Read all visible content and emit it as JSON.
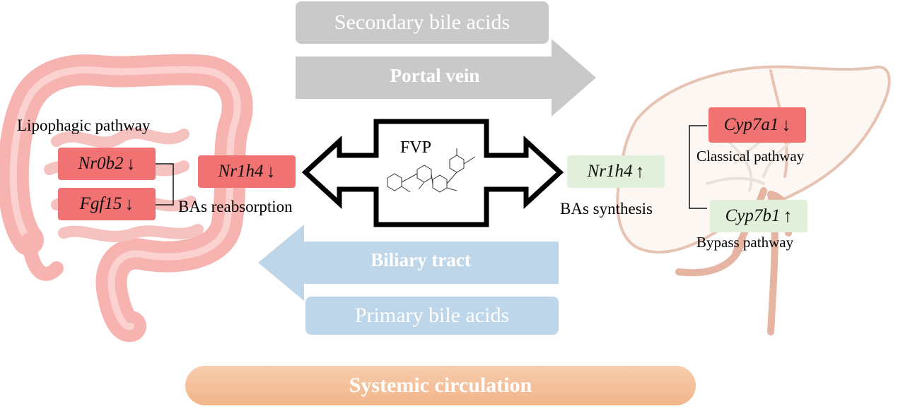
{
  "labels": {
    "secondary_bile_acids": "Secondary bile acids",
    "portal_vein": "Portal vein",
    "biliary_tract": "Biliary tract",
    "primary_bile_acids": "Primary bile acids",
    "systemic_circulation": "Systemic circulation",
    "fvp": "FVP",
    "lipophagic_pathway": "Lipophagic pathway",
    "bas_reabsorption": "BAs reabsorption",
    "bas_synthesis": "BAs synthesis",
    "classical_pathway": "Classical pathway",
    "bypass_pathway": "Bypass pathway"
  },
  "genes": {
    "nr0b2": {
      "name": "Nr0b2",
      "dir": "↓"
    },
    "fgf15": {
      "name": "Fgf15",
      "dir": "↓"
    },
    "nr1h4_intestine": {
      "name": "Nr1h4",
      "dir": "↓"
    },
    "nr1h4_liver": {
      "name": "Nr1h4",
      "dir": "↑"
    },
    "cyp7a1": {
      "name": "Cyp7a1",
      "dir": "↓"
    },
    "cyp7b1": {
      "name": "Cyp7b1",
      "dir": "↑"
    }
  },
  "colors": {
    "down_regulated": "#f07272",
    "up_regulated": "#e2efdb",
    "gray_arrow": "#c9c9c9",
    "blue_arrow": "#bed6ea",
    "systemic": "#f4c09a",
    "intestine": "#f6b3b0",
    "liver_outline": "#e6c3b3"
  }
}
